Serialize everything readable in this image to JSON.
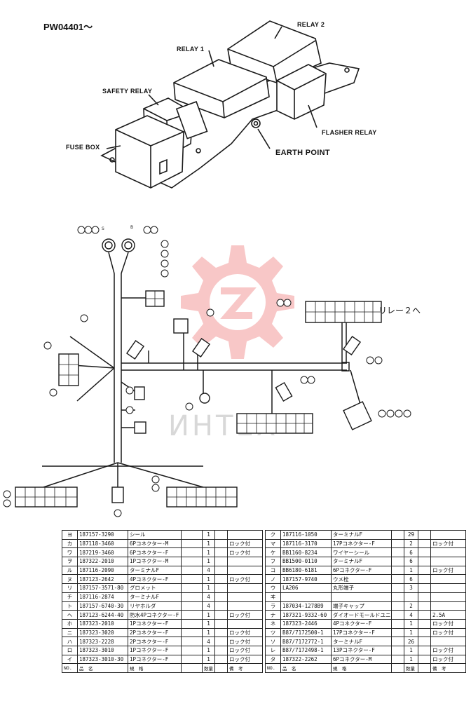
{
  "doc_code": "PW04401～",
  "labels": {
    "relay2": "RELAY 2",
    "relay1": "RELAY 1",
    "safety_relay": "SAFETY RELAY",
    "fuse_box": "FUSE BOX",
    "flasher_relay": "FLASHER RELAY",
    "earth_point": "EARTH POINT",
    "to_relay2": "リレー２へ",
    "watermark": "ИНТЕХ"
  },
  "colors": {
    "watermark": "#e83a3a",
    "line": "#1a1a1a"
  },
  "left_table": {
    "header": [
      "NO.",
      "品　名",
      "規　格",
      "",
      "数量",
      "",
      "備　考"
    ],
    "rows": [
      [
        "ヨ",
        "187157-3290",
        "シール",
        "",
        "1",
        "",
        ""
      ],
      [
        "カ",
        "187118-3460",
        "6Pコネクター-M",
        "",
        "1",
        "",
        "ロック付"
      ],
      [
        "ワ",
        "187219-3460",
        "6Pコネクター-F",
        "",
        "1",
        "",
        "ロック付"
      ],
      [
        "ヲ",
        "187322-2010",
        "1Pコネクター-M",
        "",
        "1",
        "",
        ""
      ],
      [
        "ル",
        "187116-2090",
        "ターミナルF",
        "",
        "4",
        "",
        ""
      ],
      [
        "ヌ",
        "187123-2642",
        "4Pコネクター-F",
        "",
        "1",
        "",
        "ロック付"
      ],
      [
        "リ",
        "187157-3571-80",
        "グロメット",
        "",
        "1",
        "",
        ""
      ],
      [
        "チ",
        "187116-2874",
        "ターミナルF",
        "",
        "4",
        "",
        ""
      ],
      [
        "ト",
        "187157-6740-30",
        "リヤホルダ",
        "",
        "4",
        "",
        ""
      ],
      [
        "ヘ",
        "187123-6244-40",
        "防水4Pコネクター-F",
        "",
        "1",
        "",
        "ロック付"
      ],
      [
        "ホ",
        "187323-2010",
        "1Pコネクター-F",
        "",
        "1",
        "",
        ""
      ],
      [
        "ニ",
        "187323-3020",
        "2Pコネクター-F",
        "",
        "1",
        "",
        "ロック付"
      ],
      [
        "ハ",
        "187323-2228",
        "2Pコネクター-F",
        "",
        "4",
        "",
        "ロック付"
      ],
      [
        "ロ",
        "187323-3010",
        "1Pコネクター-F",
        "",
        "1",
        "",
        "ロック付"
      ],
      [
        "イ",
        "187323-3010-30",
        "1Pコネクター-F",
        "",
        "1",
        "",
        "ロック付"
      ]
    ]
  },
  "right_table": {
    "header": [
      "NO.",
      "品　名",
      "規　格",
      "",
      "数量",
      "",
      "備　考"
    ],
    "rows": [
      [
        "ク",
        "187116-1050",
        "ターミナルF",
        "",
        "29",
        "",
        ""
      ],
      [
        "マ",
        "187116-3170",
        "17Pコネクター-F",
        "",
        "2",
        "",
        "ロック付"
      ],
      [
        "ケ",
        "BB1160-8234",
        "ワイヤーシール",
        "",
        "6",
        "",
        ""
      ],
      [
        "フ",
        "BB1500-0110",
        "ターミナルF",
        "",
        "6",
        "",
        ""
      ],
      [
        "コ",
        "BB6180-6181",
        "6Pコネクター-F",
        "",
        "1",
        "",
        "ロック付"
      ],
      [
        "ノ",
        "187157-9740",
        "ウメ栓",
        "",
        "6",
        "",
        ""
      ],
      [
        "ウ",
        "LA206",
        "丸形端子",
        "",
        "3",
        "",
        ""
      ],
      [
        "ヰ",
        "",
        "",
        "",
        "",
        "",
        ""
      ],
      [
        "ラ",
        "187034-1278B9",
        "端子キャップ",
        "",
        "2",
        "",
        ""
      ],
      [
        "ナ",
        "187321-9332-60",
        "ダイオードモールドユニット",
        "",
        "4",
        "",
        "2.5A"
      ],
      [
        "ネ",
        "187323-2446",
        "4Pコネクター-F",
        "",
        "1",
        "",
        "ロック付"
      ],
      [
        "ツ",
        "B87/7172500-1",
        "17Pコネクター-F",
        "",
        "1",
        "",
        "ロック付"
      ],
      [
        "ソ",
        "B87/7172772-1",
        "ターミナルF",
        "",
        "26",
        "",
        ""
      ],
      [
        "レ",
        "B87/7172498-1",
        "13Pコネクター-F",
        "",
        "1",
        "",
        "ロック付"
      ],
      [
        "タ",
        "187322-2262",
        "6Pコネクター-M",
        "",
        "1",
        "",
        "ロック付"
      ]
    ]
  }
}
